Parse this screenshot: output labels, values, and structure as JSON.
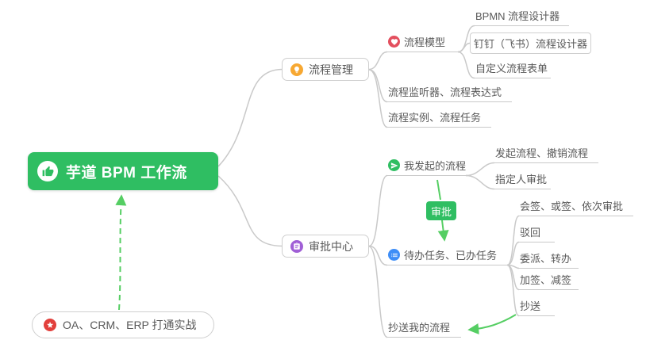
{
  "root": {
    "label": "芋道 BPM 工作流",
    "icon": "thumbs-up-icon"
  },
  "nodes": {
    "process_mgmt": {
      "label": "流程管理",
      "icon": "lightbulb-icon"
    },
    "process_model": {
      "label": "流程模型",
      "icon": "heart-marker-icon"
    },
    "bpmn_designer": {
      "label": "BPMN 流程设计器"
    },
    "dingtalk_designer": {
      "label": "钉钉（飞书）流程设计器"
    },
    "custom_form": {
      "label": "自定义流程表单"
    },
    "listener_expression": {
      "label": "流程监听器、流程表达式"
    },
    "instance_task": {
      "label": "流程实例、流程任务"
    },
    "approval_center": {
      "label": "审批中心",
      "icon": "clipboard-icon"
    },
    "my_initiated": {
      "label": "我发起的流程",
      "icon": "send-icon"
    },
    "initiate_cancel": {
      "label": "发起流程、撤销流程"
    },
    "assignee_approval": {
      "label": "指定人审批"
    },
    "approval_badge": {
      "label": "审批"
    },
    "todo_done": {
      "label": "待办任务、已办任务",
      "icon": "checklist-icon"
    },
    "countersign": {
      "label": "会签、或签、依次审批"
    },
    "reject": {
      "label": "驳回"
    },
    "delegate_transfer": {
      "label": "委派、转办"
    },
    "add_reduce_sign": {
      "label": "加签、减签"
    },
    "cc": {
      "label": "抄送"
    },
    "cc_my_process": {
      "label": "抄送我的流程"
    },
    "oa_practice": {
      "label": "OA、CRM、ERP 打通实战",
      "icon": "star-icon"
    }
  },
  "colors": {
    "root_bg": "#2fbe62",
    "badge_bg": "#2fbe62",
    "link_gray": "#c9c9c9",
    "arrow_green": "#55ce63",
    "icon_orange": "#f7a832",
    "icon_red": "#e34f5e",
    "icon_purple": "#a05fd6",
    "icon_blue": "#3e8ef7",
    "icon_green": "#2fbe62",
    "icon_star_red": "#e2403c",
    "text": "#595959"
  }
}
